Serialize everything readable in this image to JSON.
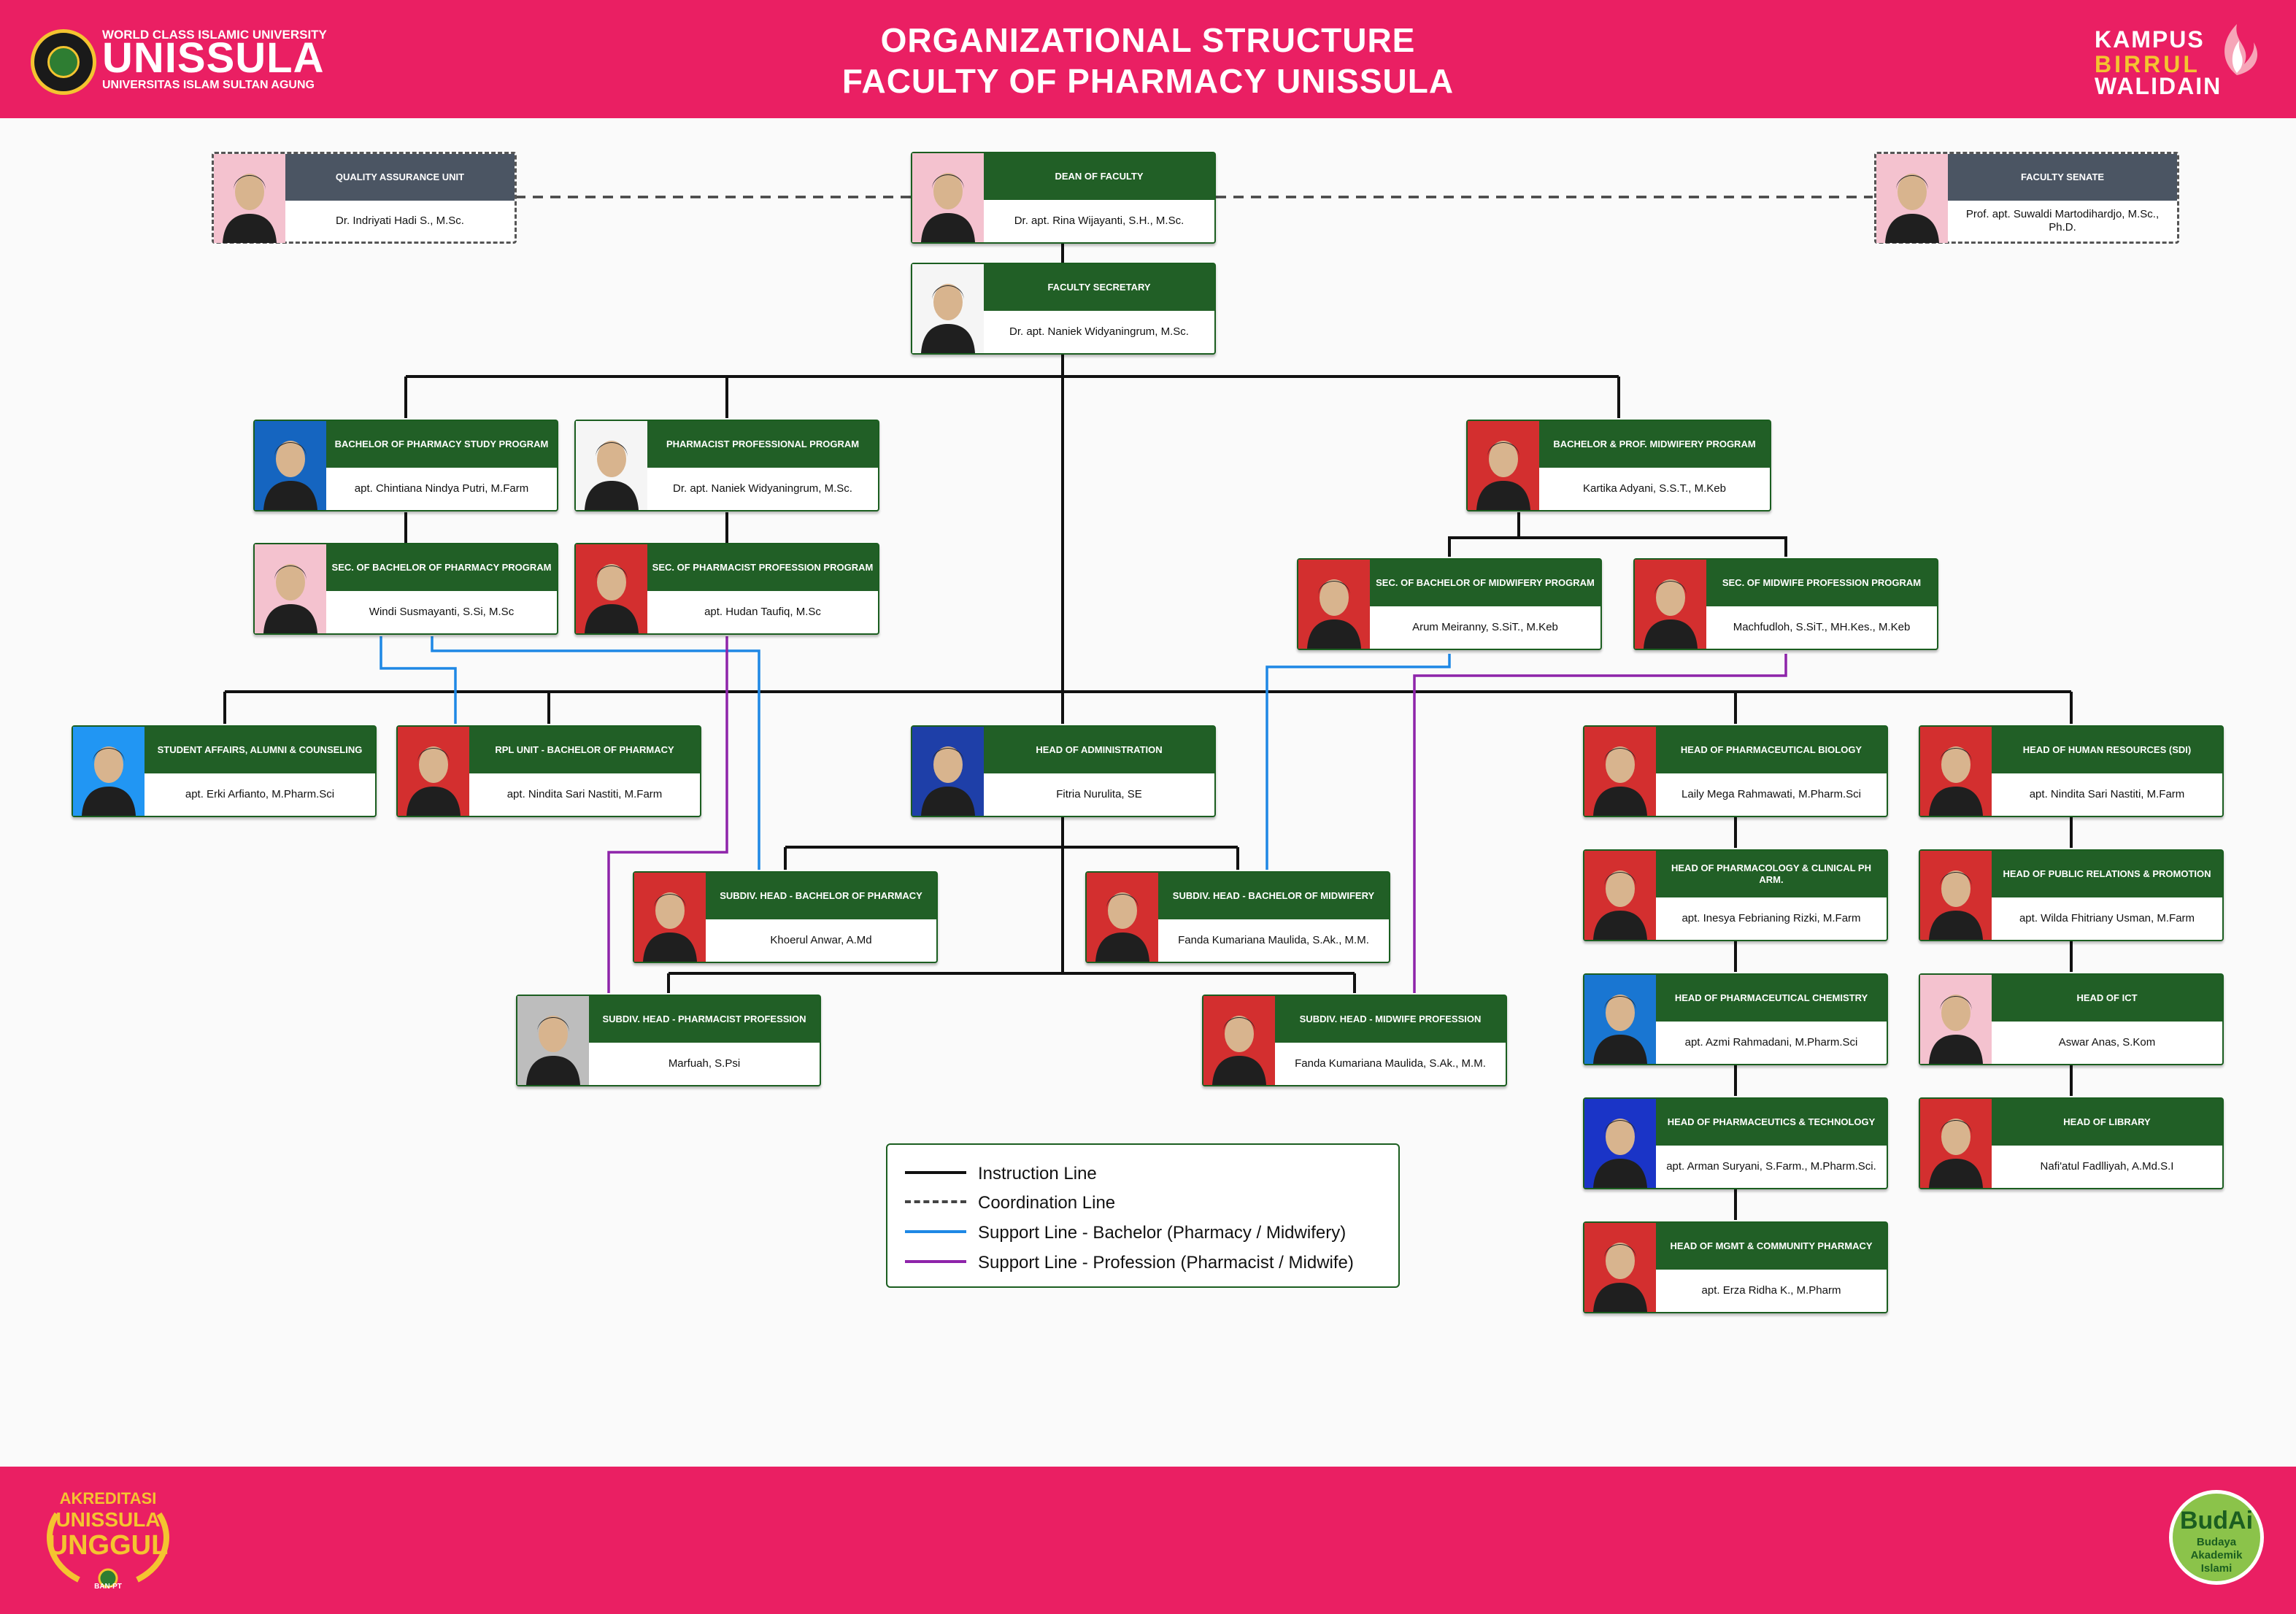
{
  "header": {
    "title_line1": "ORGANIZATIONAL STRUCTURE",
    "title_line2": "FACULTY OF PHARMACY UNISSULA",
    "uni_tag": "WORLD CLASS ISLAMIC UNIVERSITY",
    "uni_name": "UNISSULA",
    "uni_full": "UNIVERSITAS ISLAM SULTAN AGUNG",
    "kampus_1": "KAMPUS",
    "kampus_2": "BIRRUL",
    "kampus_3": "WALIDAIN"
  },
  "colors": {
    "brand_pink": "#ea1f63",
    "card_green": "#215f26",
    "card_grey": "#4b5563",
    "instruction_line": "#111111",
    "coordination_line": "#444444",
    "support_bachelor": "#1e88e5",
    "support_profession": "#8e24aa"
  },
  "cards": [
    {
      "id": "qa",
      "role": "QUALITY ASSURANCE UNIT",
      "name": "Dr. Indriyati Hadi S., M.Sc.",
      "bg": "#f4c2cf",
      "style": "dashed"
    },
    {
      "id": "dean",
      "role": "DEAN OF FACULTY",
      "name": "Dr. apt. Rina Wijayanti, S.H., M.Sc.",
      "bg": "#f4c2cf",
      "style": "solid"
    },
    {
      "id": "senate",
      "role": "FACULTY SENATE",
      "name": "Prof. apt. Suwaldi Martodihardjo, M.Sc., Ph.D.",
      "bg": "#f4c2cf",
      "style": "dashed"
    },
    {
      "id": "sec",
      "role": "FACULTY SECRETARY",
      "name": "Dr. apt. Naniek Widyaningrum, M.Sc.",
      "bg": "#f5f5f5",
      "style": "solid"
    },
    {
      "id": "bps",
      "role": "BACHELOR OF PHARMACY STUDY PROGRAM",
      "name": "apt. Chintiana Nindya Putri, M.Farm",
      "bg": "#1565c0",
      "style": "solid"
    },
    {
      "id": "ppp",
      "role": "PHARMACIST PROFESSIONAL PROGRAM",
      "name": "Dr. apt. Naniek Widyaningrum, M.Sc.",
      "bg": "#f5f5f5",
      "style": "solid"
    },
    {
      "id": "bmp",
      "role": "BACHELOR & PROF. MIDWIFERY PROGRAM",
      "name": "Kartika Adyani, S.S.T., M.Keb",
      "bg": "#d32f2f",
      "style": "solid"
    },
    {
      "id": "sbp",
      "role": "SEC. OF BACHELOR OF PHARMACY PROGRAM",
      "name": "Windi Susmayanti, S.Si, M.Sc",
      "bg": "#f4c2cf",
      "style": "solid"
    },
    {
      "id": "spp",
      "role": "SEC. OF PHARMACIST PROFESSION PROGRAM",
      "name": "apt. Hudan Taufiq, M.Sc",
      "bg": "#d32f2f",
      "style": "solid"
    },
    {
      "id": "sbm",
      "role": "SEC. OF BACHELOR OF MIDWIFERY PROGRAM",
      "name": "Arum Meiranny, S.SiT., M.Keb",
      "bg": "#d32f2f",
      "style": "solid"
    },
    {
      "id": "smp",
      "role": "SEC. OF MIDWIFE PROFESSION PROGRAM",
      "name": "Machfudloh, S.SiT., MH.Kes., M.Keb",
      "bg": "#d32f2f",
      "style": "solid"
    },
    {
      "id": "sa",
      "role": "STUDENT AFFAIRS, ALUMNI & COUNSELING",
      "name": "apt. Erki Arfianto, M.Pharm.Sci",
      "bg": "#2196f3",
      "style": "solid"
    },
    {
      "id": "rpl",
      "role": "RPL UNIT - BACHELOR OF PHARMACY",
      "name": "apt. Nindita Sari Nastiti, M.Farm",
      "bg": "#d32f2f",
      "style": "solid"
    },
    {
      "id": "adm",
      "role": "HEAD OF ADMINISTRATION",
      "name": "Fitria Nurulita, SE",
      "bg": "#1e3fa8",
      "style": "solid"
    },
    {
      "id": "pb",
      "role": "HEAD OF PHARMACEUTICAL BIOLOGY",
      "name": "Laily Mega Rahmawati, M.Pharm.Sci",
      "bg": "#d32f2f",
      "style": "solid"
    },
    {
      "id": "hr",
      "role": "HEAD OF HUMAN RESOURCES (SDI)",
      "name": "apt. Nindita Sari Nastiti, M.Farm",
      "bg": "#d32f2f",
      "style": "solid"
    },
    {
      "id": "shbp",
      "role": "SUBDIV. HEAD - BACHELOR OF PHARMACY",
      "name": "Khoerul Anwar, A.Md",
      "bg": "#d32f2f",
      "style": "solid"
    },
    {
      "id": "shbm",
      "role": "SUBDIV. HEAD - BACHELOR OF MIDWIFERY",
      "name": "Fanda Kumariana Maulida, S.Ak., M.M.",
      "bg": "#d32f2f",
      "style": "solid"
    },
    {
      "id": "pcp",
      "role": "HEAD OF PHARMACOLOGY & CLINICAL PH ARM.",
      "name": "apt. Inesya Febrianing Rizki, M.Farm",
      "bg": "#d32f2f",
      "style": "solid"
    },
    {
      "id": "prp",
      "role": "HEAD OF PUBLIC RELATIONS & PROMOTION",
      "name": "apt. Wilda Fhitriany Usman, M.Farm",
      "bg": "#d32f2f",
      "style": "solid"
    },
    {
      "id": "shpp",
      "role": "SUBDIV. HEAD - PHARMACIST PROFESSION",
      "name": "Marfuah, S.Psi",
      "bg": "#bdbdbd",
      "style": "solid"
    },
    {
      "id": "shmp",
      "role": "SUBDIV. HEAD - MIDWIFE PROFESSION",
      "name": "Fanda Kumariana Maulida, S.Ak., M.M.",
      "bg": "#d32f2f",
      "style": "solid"
    },
    {
      "id": "pc",
      "role": "HEAD OF PHARMACEUTICAL CHEMISTRY",
      "name": "apt. Azmi Rahmadani, M.Pharm.Sci",
      "bg": "#1976d2",
      "style": "solid"
    },
    {
      "id": "ict",
      "role": "HEAD OF ICT",
      "name": "Aswar Anas, S.Kom",
      "bg": "#f4c2cf",
      "style": "solid"
    },
    {
      "id": "pt",
      "role": "HEAD OF PHARMACEUTICS & TECHNOLOGY",
      "name": "apt. Arman Suryani, S.Farm., M.Pharm.Sci.",
      "bg": "#1a34c7",
      "style": "solid"
    },
    {
      "id": "lib",
      "role": "HEAD OF LIBRARY",
      "name": "Nafi'atul Fadlliyah, A.Md.S.I",
      "bg": "#d32f2f",
      "style": "solid"
    },
    {
      "id": "mcp",
      "role": "HEAD OF MGMT & COMMUNITY PHARMACY",
      "name": "apt. Erza Ridha K., M.Pharm",
      "bg": "#d32f2f",
      "style": "solid"
    }
  ],
  "legend": [
    {
      "label": "Instruction Line",
      "color": "#111111",
      "style": "solid"
    },
    {
      "label": "Coordination Line",
      "color": "#444444",
      "style": "dashed"
    },
    {
      "label": "Support Line - Bachelor (Pharmacy / Midwifery)",
      "color": "#1e88e5",
      "style": "solid"
    },
    {
      "label": "Support Line - Profession (Pharmacist / Midwife)",
      "color": "#8e24aa",
      "style": "solid"
    }
  ],
  "footer": {
    "accred_1": "AKREDITASI",
    "accred_2": "UNISSULA",
    "accred_3": "UNGGUL",
    "accred_4": "BAN-PT",
    "budai_1": "BudAi",
    "budai_2": "Budaya",
    "budai_3": "Akademik",
    "budai_4": "Islami"
  }
}
